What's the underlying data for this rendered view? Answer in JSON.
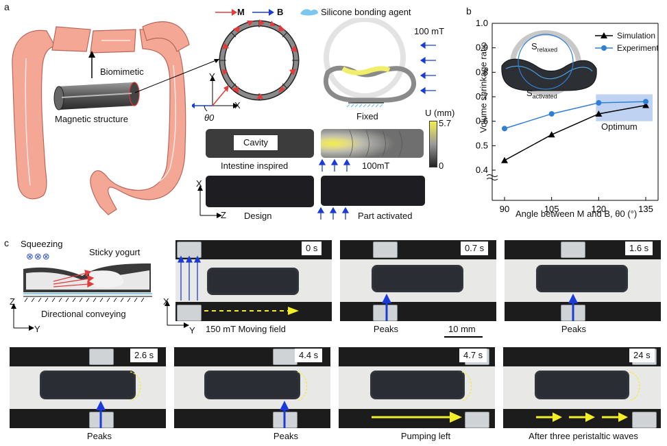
{
  "panel_a": {
    "letter": "a",
    "biomimetic": "Biomimetic",
    "magnetic_structure": "Magnetic structure",
    "legend_m": "M",
    "legend_b": "B",
    "silicone": "Silicone bonding agent",
    "field_100": "100 mT",
    "fixed": "Fixed",
    "cavity": "Cavity",
    "intestine_inspired": "Intestine inspired",
    "field_100b": "100mT",
    "design": "Design",
    "part_activated": "Part activated",
    "axis_x": "X",
    "axis_y": "Y",
    "axis_z": "Z",
    "theta": "θ0",
    "colorbar_title": "U (mm)",
    "colorbar_max": "5.7",
    "colorbar_min": "0"
  },
  "panel_b": {
    "letter": "b",
    "inset_relaxed": "S",
    "inset_relaxed_sub": "relaxed",
    "inset_activated": "S",
    "inset_activated_sub": "activated",
    "optimum": "Optimum"
  },
  "chart_data": {
    "type": "line",
    "x": [
      90,
      105,
      120,
      135
    ],
    "xlabel": "Angle between M and B, θ0 (°)",
    "ylabel": "Volume shrinkage ratio",
    "ylim": [
      0.4,
      1.0
    ],
    "yticks": [
      "0.4",
      "0.5",
      "0.6",
      "0.7",
      "0.8",
      "0.9",
      "1.0"
    ],
    "xticks": [
      "90",
      "105",
      "120",
      "135"
    ],
    "legend_position": "top-right",
    "series": [
      {
        "name": "Simulation",
        "color": "#000000",
        "marker": "triangle",
        "values": [
          0.44,
          0.545,
          0.63,
          0.665
        ]
      },
      {
        "name": "Experiment",
        "color": "#2f7fd6",
        "marker": "circle",
        "values": [
          0.57,
          0.63,
          0.675,
          0.68
        ]
      }
    ],
    "highlight_color": "#b9cdf0"
  },
  "panel_c": {
    "letter": "c",
    "squeezing": "Squeezing",
    "sticky_yogurt": "Sticky yogurt",
    "directional": "Directional conveying",
    "axis_z": "Z",
    "axis_y": "Y",
    "axis_x": "X",
    "moving_field": "150 mT Moving field",
    "scale_bar": "10 mm",
    "frames": [
      {
        "time": "0 s",
        "caption": ""
      },
      {
        "time": "0.7 s",
        "caption": "Peaks"
      },
      {
        "time": "1.6 s",
        "caption": "Peaks"
      },
      {
        "time": "2.6 s",
        "caption": "Peaks"
      },
      {
        "time": "4.4 s",
        "caption": "Peaks"
      },
      {
        "time": "4.7 s",
        "caption": "Pumping left"
      },
      {
        "time": "24 s",
        "caption": "After three peristaltic waves"
      }
    ]
  }
}
